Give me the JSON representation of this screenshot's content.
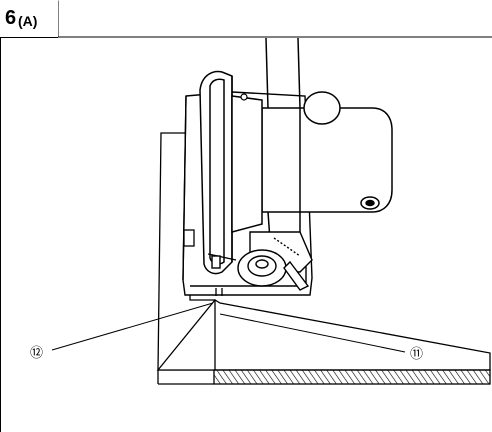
{
  "figure": {
    "number": "6",
    "sub_label": "(A)"
  },
  "callouts": [
    {
      "id": "callout-12",
      "text": "⑫"
    },
    {
      "id": "callout-11",
      "text": "⑪"
    }
  ]
}
